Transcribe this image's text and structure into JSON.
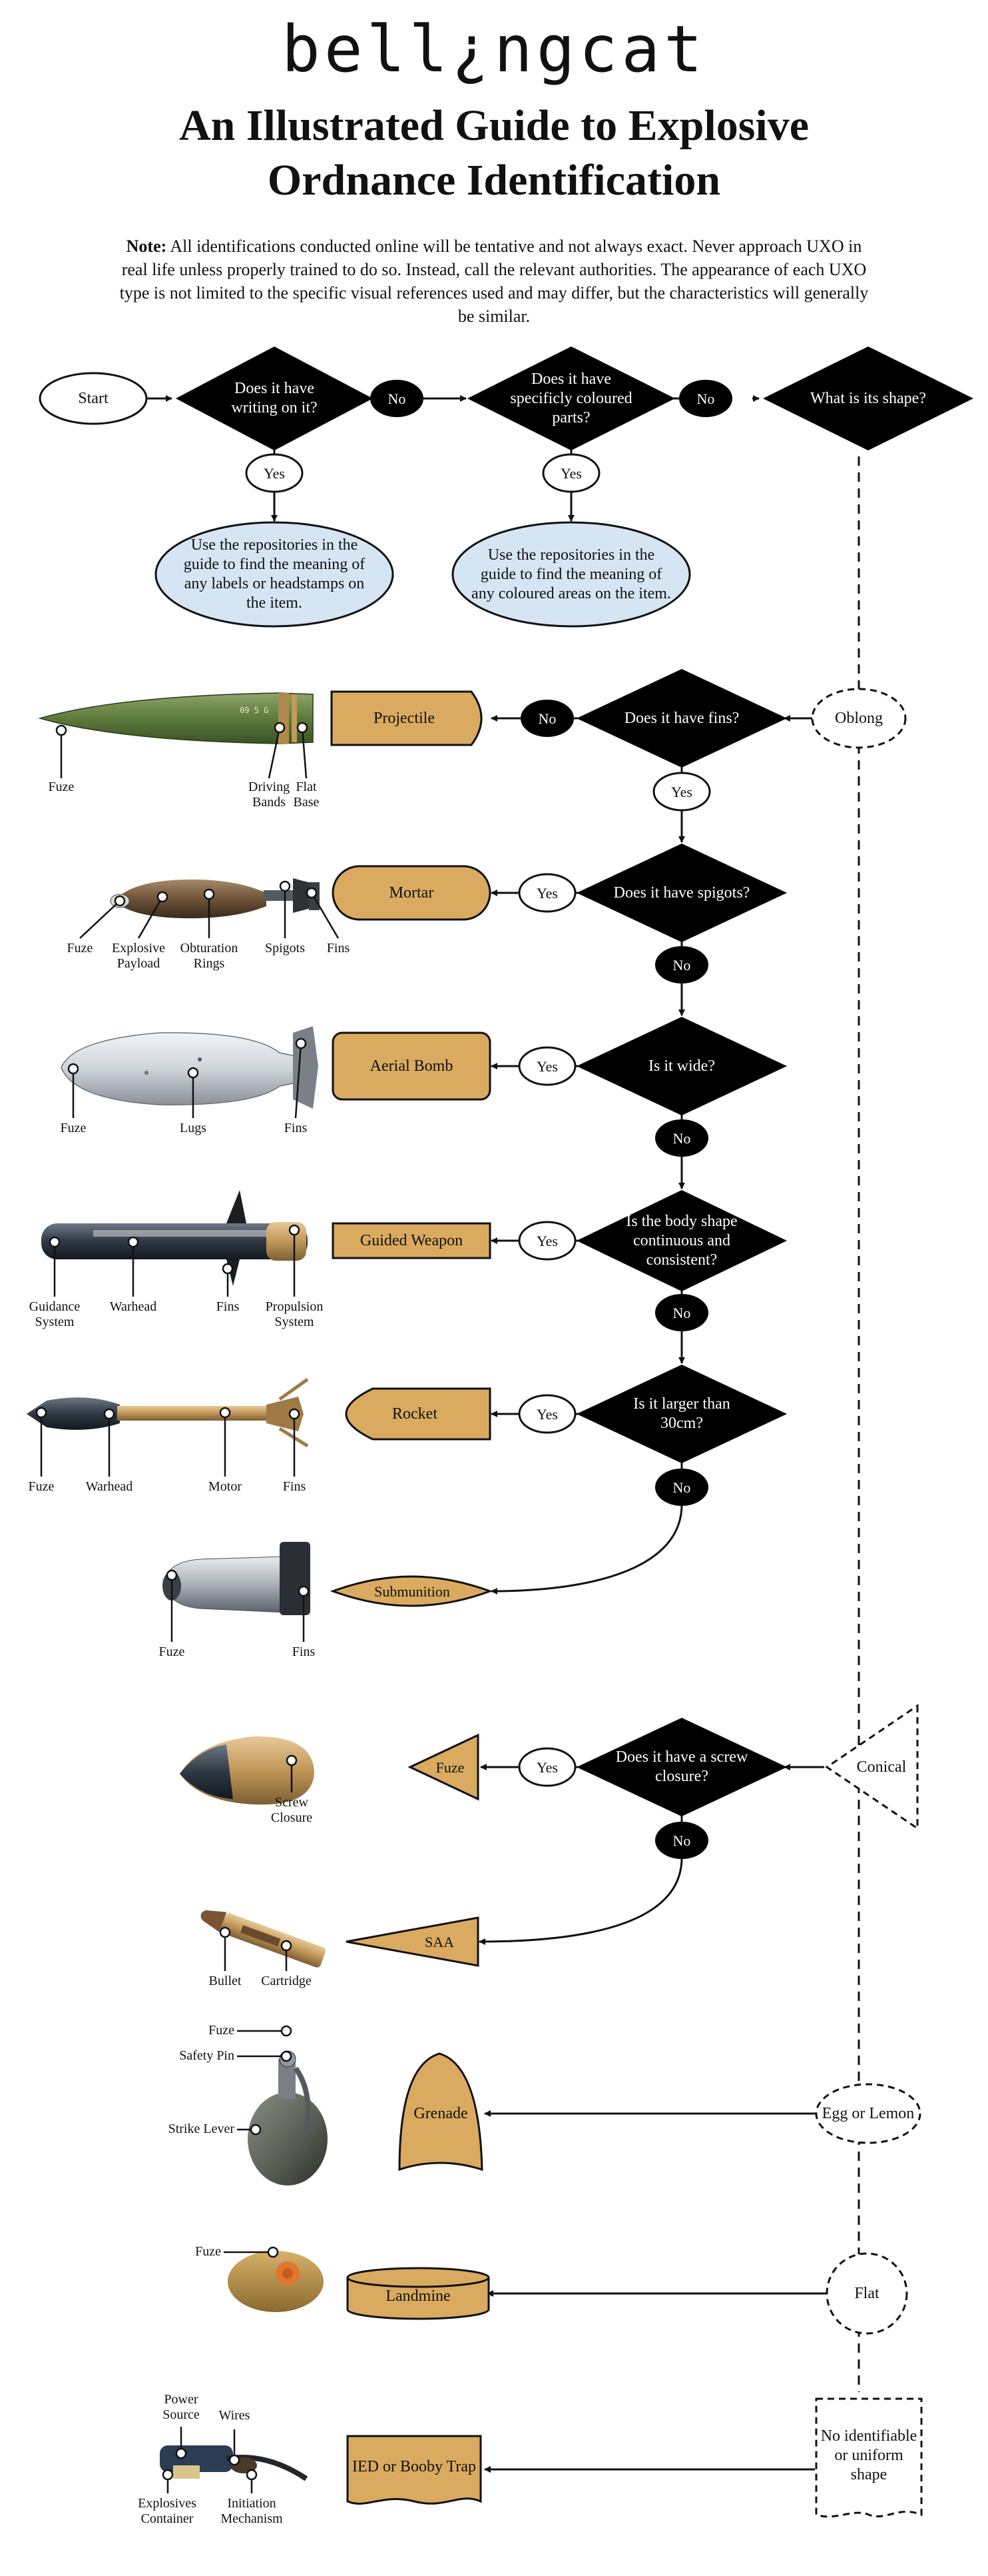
{
  "header": {
    "logo": "bell¿ngcat",
    "title_line1": "An Illustrated Guide to Explosive",
    "title_line2": "Ordnance Identification",
    "note_label": "Note:",
    "note_text": "All identifications conducted online will be tentative and not always exact. Never approach UXO in real life unless properly trained to do so. Instead, call the relevant authorities. The appearance of each UXO type is not limited to the specific visual references used and may differ, but the characteristics will generally be similar."
  },
  "colors": {
    "decision": "#000000",
    "info_fill": "#d6e5f3",
    "result_fill": "#d9aa5f",
    "line": "#111111"
  },
  "flow": {
    "start": "Start",
    "q_writing": "Does it have writing on it?",
    "q_coloured": "Does it have specificly coloured parts?",
    "q_shape": "What is its shape?",
    "no": "No",
    "yes": "Yes",
    "info_labels": "Use the repositories in the guide to find the meaning of any labels or headstamps on the item.",
    "info_colours": "Use the repositories in the guide to find the meaning of any coloured areas on the item.",
    "shape_oblong": "Oblong",
    "shape_conical": "Conical",
    "shape_egg": "Egg or Lemon",
    "shape_flat": "Flat",
    "shape_none": "No identifiable or uniform shape",
    "q_fins": "Does it have fins?",
    "q_spigots": "Does it have spigots?",
    "q_wide": "Is it wide?",
    "q_body": "Is the body shape continuous and consistent?",
    "q_larger": "Is it larger than 30cm?",
    "q_screw": "Does it have a screw closure?",
    "r_projectile": "Projectile",
    "r_mortar": "Mortar",
    "r_aerial": "Aerial Bomb",
    "r_guided": "Guided Weapon",
    "r_rocket": "Rocket",
    "r_submunition": "Submunition",
    "r_fuze": "Fuze",
    "r_saa": "SAA",
    "r_grenade": "Grenade",
    "r_landmine": "Landmine",
    "r_ied": "IED or Booby Trap"
  },
  "parts": {
    "projectile": [
      "Fuze",
      "Driving Bands",
      "Flat Base"
    ],
    "mortar": [
      "Fuze",
      "Explosive Payload",
      "Obturation Rings",
      "Spigots",
      "Fins"
    ],
    "aerial": [
      "Fuze",
      "Lugs",
      "Fins"
    ],
    "guided": [
      "Guidance System",
      "Warhead",
      "Fins",
      "Propulsion System"
    ],
    "rocket": [
      "Fuze",
      "Warhead",
      "Motor",
      "Fins"
    ],
    "submunition": [
      "Fuze",
      "Fins"
    ],
    "fuze": [
      "Screw Closure"
    ],
    "saa": [
      "Bullet",
      "Cartridge"
    ],
    "grenade": [
      "Fuze",
      "Safety Pin",
      "Strike Lever"
    ],
    "landmine": [
      "Fuze"
    ],
    "ied": [
      "Power Source",
      "Wires",
      "Explosives Container",
      "Initiation Mechanism"
    ]
  }
}
